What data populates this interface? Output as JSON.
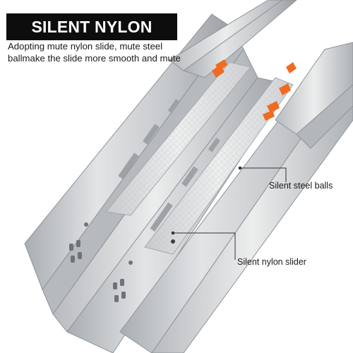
{
  "banner": {
    "title": "SILENT NYLON SLIDE",
    "description": "Adopting mute nylon slide, mute steel ballmake the slide more smooth and mute"
  },
  "callouts": {
    "steel_balls": "Silent steel balls",
    "nylon_slider": "Silent nylon slider"
  },
  "colors": {
    "rail_metal": "#c9cbcd",
    "rail_shadow": "#9ea2a6",
    "nylon_slider": "#dcdedf",
    "accent_orange": "#f26a21",
    "title_bg": "#0d0d0d"
  }
}
